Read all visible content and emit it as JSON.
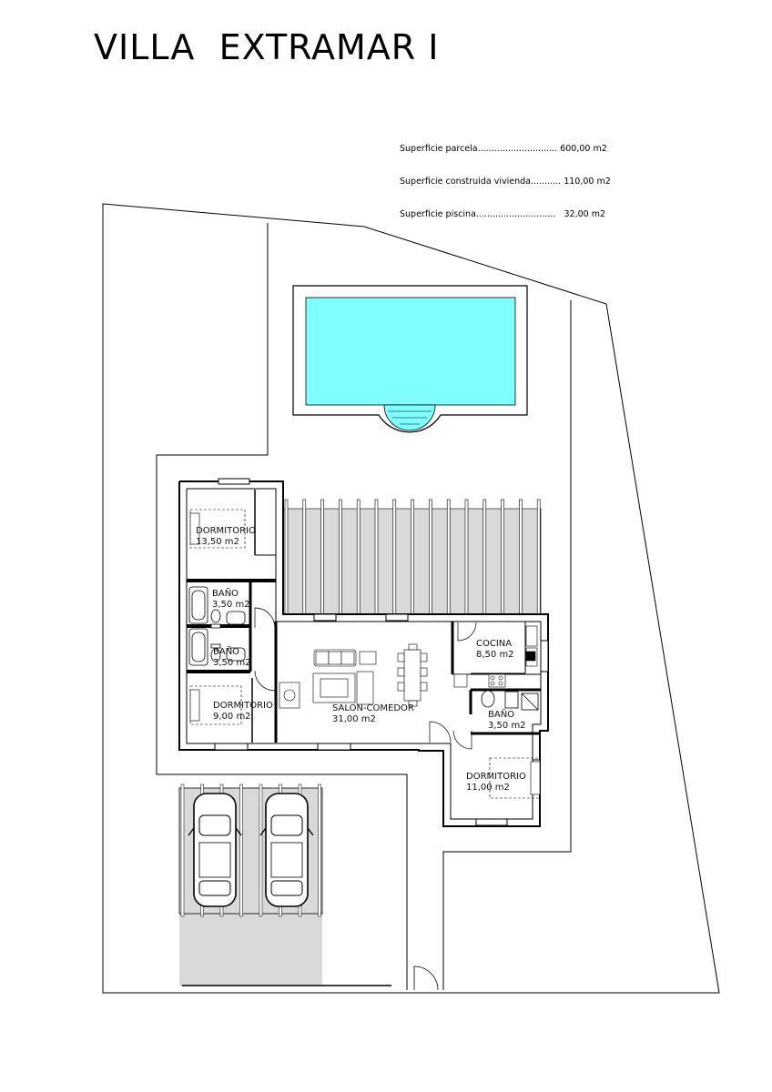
{
  "title": "VILLA  EXTRAMAR I",
  "stats": [
    {
      "text": "Superficie parcela............................. 600,00 m2"
    },
    {
      "text": "Superficie construida vivienda........... 110,00 m2"
    },
    {
      "text": "Superficie piscina.............................   32,00 m2"
    }
  ],
  "rooms": {
    "dormitorio_1": {
      "name": "DORMITORIO",
      "area": "13,50 m2"
    },
    "bano_1": {
      "name": "BAÑO",
      "area": "3,50 m2"
    },
    "bano_2": {
      "name": "BAÑO",
      "area": "3,50 m2"
    },
    "dormitorio_2": {
      "name": "DORMITORIO",
      "area": "9,00 m2"
    },
    "salon": {
      "name": "SALON-COMEDOR",
      "area": "31,00 m2"
    },
    "cocina": {
      "name": "COCINA",
      "area": "8,50 m2"
    },
    "bano_3": {
      "name": "BAÑO",
      "area": "3,50 m2"
    },
    "dormitorio_3": {
      "name": "DORMITORIO",
      "area": "11,00 m2"
    }
  },
  "colors": {
    "pool_water": "#80ffff",
    "pergola_fill": "#d9d9d9",
    "wall": "#000000"
  }
}
